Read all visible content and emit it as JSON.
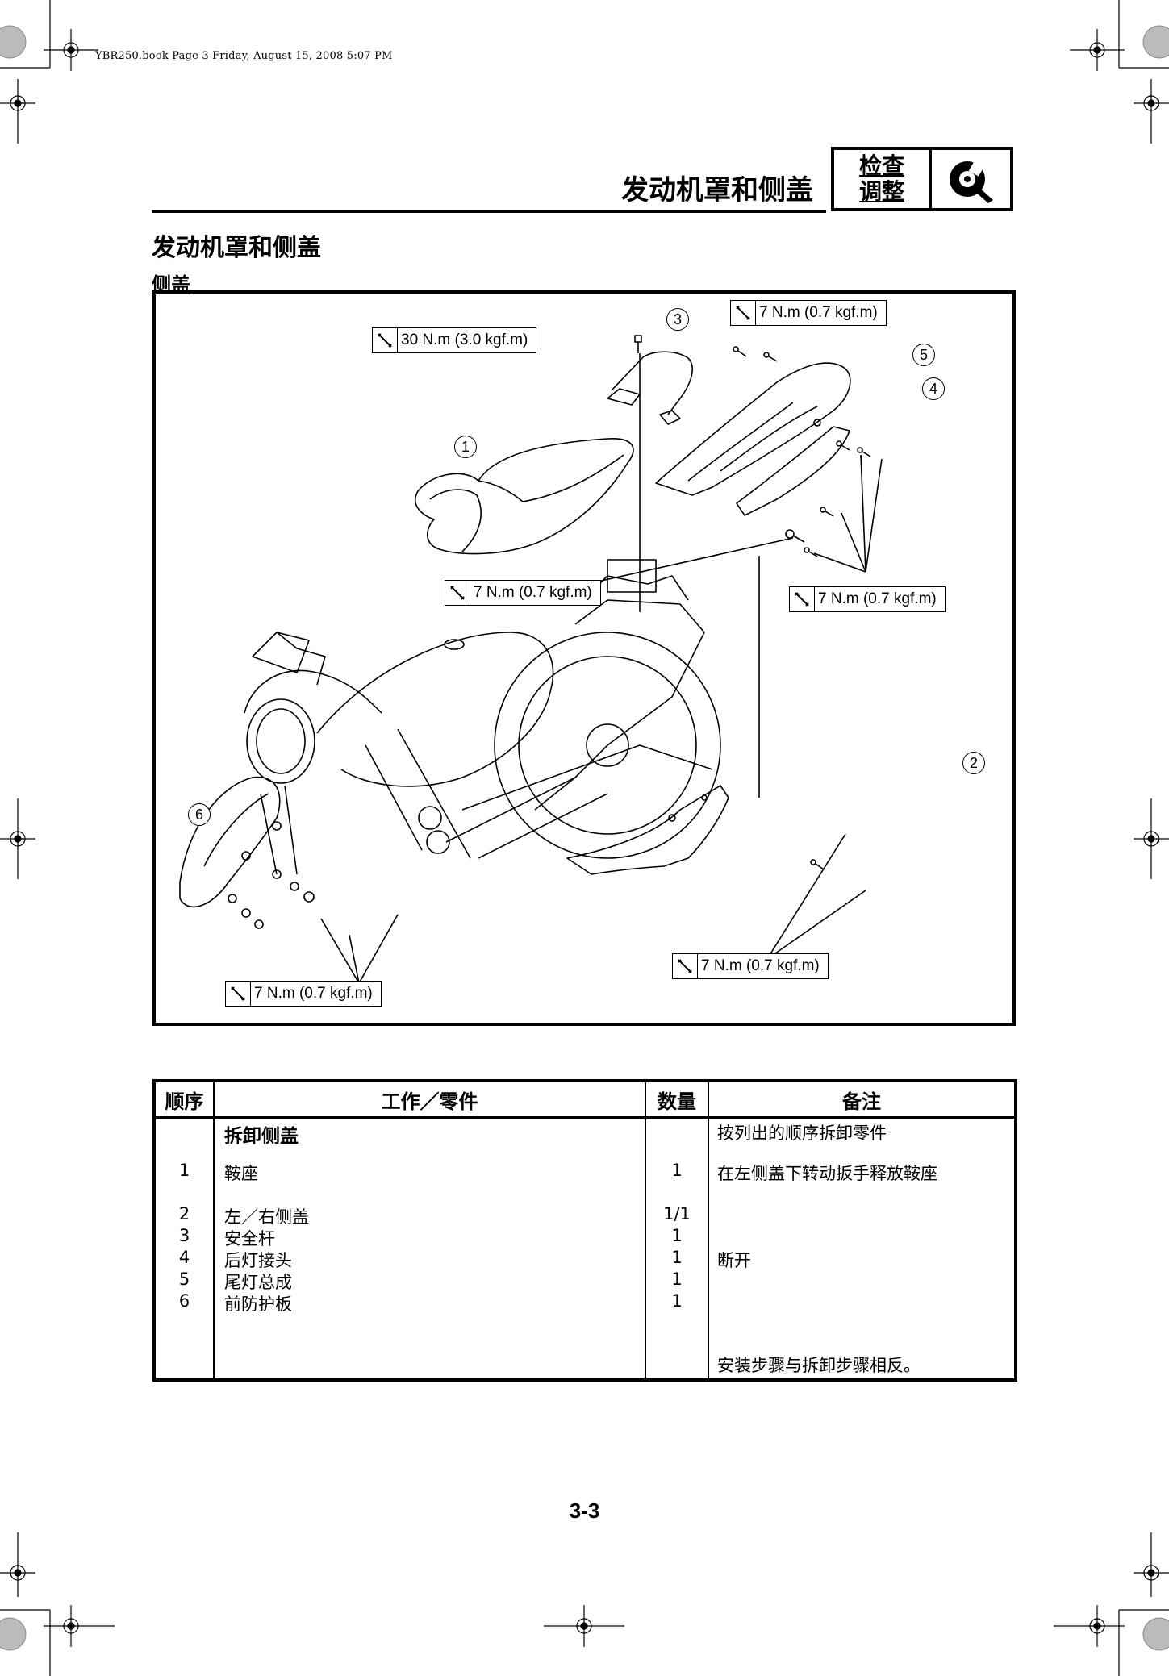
{
  "header": {
    "file_info": "YBR250.book  Page 3  Friday, August 15, 2008  5:07 PM"
  },
  "title": {
    "main": "发动机罩和侧盖",
    "box_line1": "检查",
    "box_line2": "调整",
    "box_icon": "inspection-adjustment-icon"
  },
  "section": {
    "title": "发动机罩和侧盖",
    "subtitle": "侧盖"
  },
  "diagram": {
    "torque_labels": [
      "30 N.m (3.0 kgf.m)",
      "7 N.m (0.7 kgf.m)",
      "7 N.m (0.7 kgf.m)",
      "7 N.m (0.7 kgf.m)",
      "7 N.m (0.7 kgf.m)",
      "7 N.m (0.7 kgf.m)"
    ],
    "callouts": [
      "1",
      "2",
      "3",
      "4",
      "5",
      "6"
    ]
  },
  "table": {
    "headers": [
      "顺序",
      "工作／零件",
      "数量",
      "备注"
    ],
    "job_title": "拆卸侧盖",
    "job_note": "按列出的顺序拆卸零件",
    "rows": [
      {
        "order": "1",
        "part": "鞍座",
        "qty": "1",
        "note": "在左侧盖下转动扳手释放鞍座"
      },
      {
        "order": "2",
        "part": "左／右侧盖",
        "qty": "1/1",
        "note": ""
      },
      {
        "order": "3",
        "part": "安全杆",
        "qty": "1",
        "note": ""
      },
      {
        "order": "4",
        "part": "后灯接头",
        "qty": "1",
        "note": "断开"
      },
      {
        "order": "5",
        "part": "尾灯总成",
        "qty": "1",
        "note": ""
      },
      {
        "order": "6",
        "part": "前防护板",
        "qty": "1",
        "note": ""
      }
    ],
    "footer_note": "安装步骤与拆卸步骤相反。"
  },
  "footer": {
    "page_number": "3-3"
  }
}
